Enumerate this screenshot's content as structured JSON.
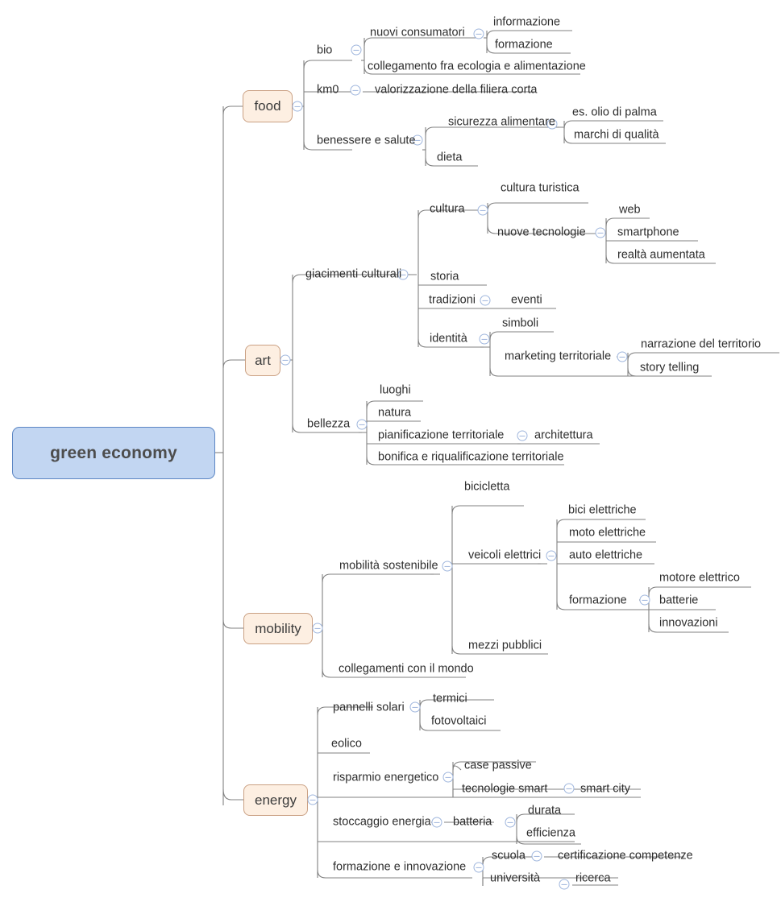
{
  "diagram": {
    "type": "mind-map",
    "root": "green economy",
    "colors": {
      "root_fill": "#c2d6f2",
      "root_border": "#5c86c4",
      "branch_fill": "#fdefe2",
      "branch_border": "#caa083",
      "line": "#808080",
      "toggle": "#9fb6dd",
      "text": "#2e2e2e",
      "background": "#ffffff"
    },
    "toggle_icon": "collapse-minus-icon"
  },
  "nodes": {
    "root": {
      "label": "green economy"
    },
    "food": {
      "label": "food"
    },
    "art": {
      "label": "art"
    },
    "mobility": {
      "label": "mobility"
    },
    "energy": {
      "label": "energy"
    },
    "bio": {
      "label": "bio"
    },
    "nuovi_consumatori": {
      "label": "nuovi consumatori"
    },
    "informazione": {
      "label": "informazione"
    },
    "formazione_bio": {
      "label": "formazione"
    },
    "collegamento_eco": {
      "label": "collegamento fra ecologia e alimentazione"
    },
    "km0": {
      "label": "km0"
    },
    "valorizzazione_filiera": {
      "label": "valorizzazione della filiera corta"
    },
    "benessere_salute": {
      "label": "benessere e salute"
    },
    "sicurezza_alimentare": {
      "label": "sicurezza alimentare"
    },
    "olio_palma": {
      "label": "es. olio di palma"
    },
    "marchi_qualita": {
      "label": "marchi di qualità"
    },
    "dieta": {
      "label": "dieta"
    },
    "giacimenti_culturali": {
      "label": "giacimenti culturali"
    },
    "cultura": {
      "label": "cultura"
    },
    "cultura_turistica": {
      "label": "cultura turistica"
    },
    "nuove_tecnologie": {
      "label": "nuove tecnologie"
    },
    "web": {
      "label": "web"
    },
    "smartphone": {
      "label": "smartphone"
    },
    "realta_aumentata": {
      "label": "realtà aumentata"
    },
    "storia": {
      "label": "storia"
    },
    "tradizioni": {
      "label": "tradizioni"
    },
    "eventi": {
      "label": "eventi"
    },
    "identita": {
      "label": "identità"
    },
    "simboli": {
      "label": "simboli"
    },
    "marketing_territoriale": {
      "label": "marketing territoriale"
    },
    "narrazione_territorio": {
      "label": "narrazione del territorio"
    },
    "story_telling": {
      "label": "story telling"
    },
    "bellezza": {
      "label": "bellezza"
    },
    "luoghi": {
      "label": "luoghi"
    },
    "natura": {
      "label": "natura"
    },
    "pianificazione_territoriale": {
      "label": "pianificazione territoriale"
    },
    "architettura": {
      "label": "architettura"
    },
    "bonifica": {
      "label": "bonifica e riqualificazione territoriale"
    },
    "mobilita_sostenibile": {
      "label": "mobilità sostenibile"
    },
    "bicicletta": {
      "label": "bicicletta"
    },
    "veicoli_elettrici": {
      "label": "veicoli elettrici"
    },
    "bici_elettriche": {
      "label": "bici elettriche"
    },
    "moto_elettriche": {
      "label": "moto elettriche"
    },
    "auto_elettriche": {
      "label": "auto elettriche"
    },
    "formazione_mob": {
      "label": "formazione"
    },
    "motore_elettrico": {
      "label": "motore elettrico"
    },
    "batterie": {
      "label": "batterie"
    },
    "innovazioni": {
      "label": "innovazioni"
    },
    "mezzi_pubblici": {
      "label": "mezzi pubblici"
    },
    "collegamenti_mondo": {
      "label": "collegamenti con il mondo"
    },
    "pannelli_solari": {
      "label": "pannelli solari"
    },
    "termici": {
      "label": "termici"
    },
    "fotovoltaici": {
      "label": "fotovoltaici"
    },
    "eolico": {
      "label": "eolico"
    },
    "risparmio_energetico": {
      "label": "risparmio energetico"
    },
    "case_passive": {
      "label": "case passive"
    },
    "tecnologie_smart": {
      "label": "tecnologie smart"
    },
    "smart_city": {
      "label": "smart city"
    },
    "stoccaggio_energia": {
      "label": "stoccaggio energia"
    },
    "batteria": {
      "label": "batteria"
    },
    "durata": {
      "label": "durata"
    },
    "efficienza": {
      "label": "efficienza"
    },
    "formazione_innovazione": {
      "label": "formazione e innovazione"
    },
    "scuola": {
      "label": "scuola"
    },
    "certificazione_competenze": {
      "label": "certificazione competenze"
    },
    "universita": {
      "label": "università"
    },
    "ricerca": {
      "label": "ricerca"
    }
  }
}
